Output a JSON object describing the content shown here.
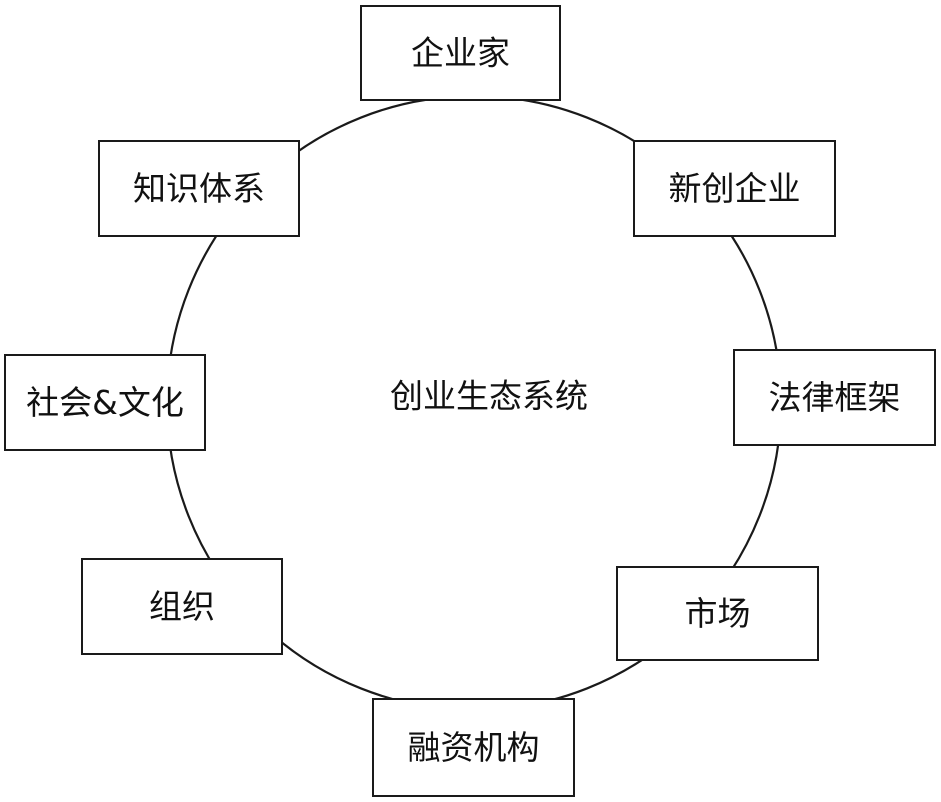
{
  "diagram": {
    "center_label": "创业生态系统",
    "nodes": [
      {
        "id": "entrepreneur",
        "label": "企业家"
      },
      {
        "id": "startup",
        "label": "新创企业"
      },
      {
        "id": "legal",
        "label": "法律框架"
      },
      {
        "id": "market",
        "label": "市场"
      },
      {
        "id": "finance",
        "label": "融资机构"
      },
      {
        "id": "organization",
        "label": "组织"
      },
      {
        "id": "society",
        "label": "社会&文化"
      },
      {
        "id": "knowledge",
        "label": "知识体系"
      }
    ]
  }
}
